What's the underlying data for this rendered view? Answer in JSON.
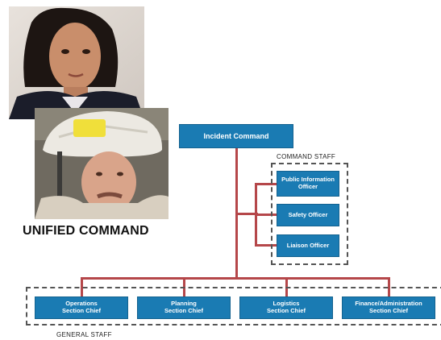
{
  "heading": "UNIFIED COMMAND",
  "incident_command": "Incident Command",
  "command_staff": {
    "caption": "COMMAND STAFF",
    "boxes": [
      "Public Information\nOfficer",
      "Safety Officer",
      "Liaison Officer"
    ]
  },
  "general_staff": {
    "caption": "GENERAL STAFF",
    "boxes": [
      "Operations\nSection Chief",
      "Planning\nSection Chief",
      "Logistics\nSection Chief",
      "Finance/Administration\nSection Chief"
    ]
  },
  "colors": {
    "box": "#1a7bb3",
    "line": "#b5474a",
    "frame": "#555555"
  }
}
